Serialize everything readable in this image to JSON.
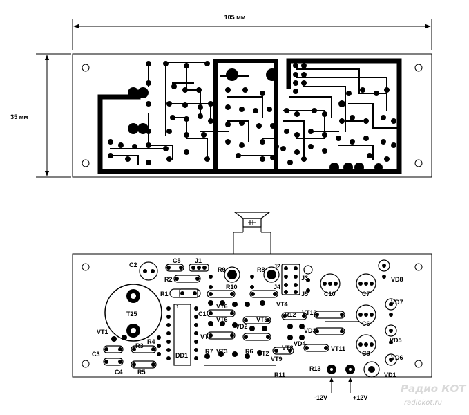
{
  "dimensions": {
    "width": "105 мм",
    "height": "35 мм"
  },
  "components": {
    "C2": "C2",
    "C5": "C5",
    "J1": "J1",
    "R9": "R9",
    "R8": "R8",
    "J2": "J2",
    "J3": "J3",
    "J4": "J4",
    "J5": "J5",
    "R2": "R2",
    "R1": "R1",
    "R10": "R10",
    "C10": "C10",
    "C7": "C7",
    "VD8": "VD8",
    "VT6a": "VT6",
    "VT4": "VT4",
    "VD7": "VD7",
    "T25": "T25",
    "C1": "C1",
    "VT6b": "VT6",
    "VD2": "VD2",
    "VT5": "VT5",
    "R12": "R12",
    "VT10": "VT10",
    "C6": "C6",
    "VD3": "VD3",
    "VT1": "VT1",
    "VT7": "VT7",
    "VD4": "VD4",
    "VD5": "VD5",
    "R4": "R4",
    "R3": "R3",
    "DD1": "DD1",
    "R7": "R7",
    "VT3": "VT3",
    "R6": "R6",
    "VT2": "VT2",
    "VT11": "VT11",
    "C8": "C8",
    "VD6": "VD6",
    "C3": "C3",
    "VT9": "VT9",
    "VT8": "VT8",
    "C4": "C4",
    "R5": "R5",
    "R11": "R11",
    "R13": "R13",
    "VD1": "VD1",
    "pin1": "1"
  },
  "power": {
    "neg": "-12V",
    "pos": "+12V"
  },
  "watermark": {
    "line1": "Радио КОТ",
    "line2": "radiokot.ru"
  }
}
